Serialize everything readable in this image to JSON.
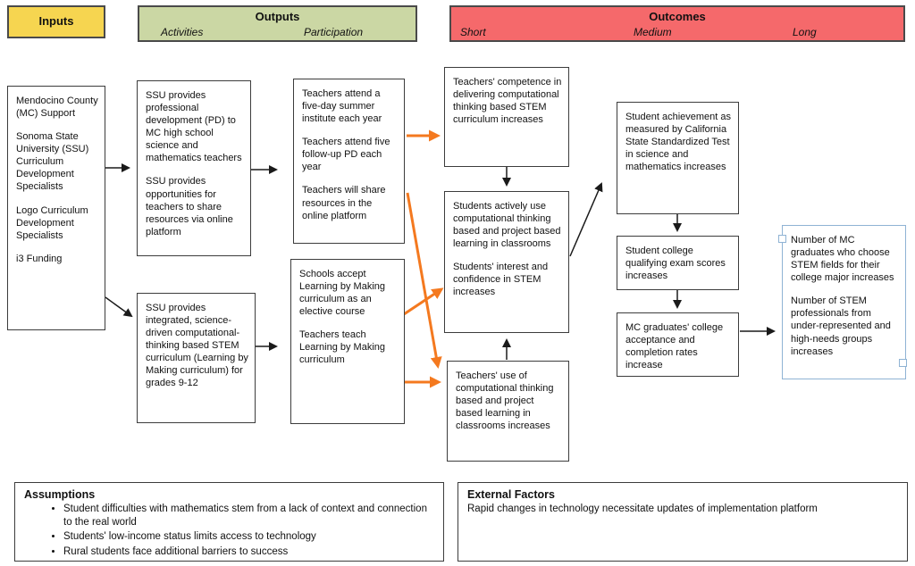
{
  "headers": {
    "inputs": {
      "label": "Inputs",
      "fill": "#f6d550"
    },
    "outputs": {
      "label": "Outputs",
      "fill": "#cbd7a4",
      "sub": [
        "Activities",
        "Participation"
      ]
    },
    "outcomes": {
      "label": "Outcomes",
      "fill": "#f5696b",
      "sub": [
        "Short",
        "Medium",
        "Long"
      ]
    }
  },
  "nodes": {
    "inputs": {
      "paragraphs": [
        "Mendocino County (MC) Support",
        "Sonoma State University (SSU) Curriculum Development Specialists",
        "Logo Curriculum Development Specialists",
        "i3 Funding"
      ]
    },
    "activities_pd": {
      "paragraphs": [
        "SSU provides professional development (PD) to MC high school science and mathematics teachers",
        "SSU provides opportunities for teachers to share resources via online platform"
      ]
    },
    "activities_curriculum": {
      "paragraphs": [
        "SSU provides integrated, science-driven computational-thinking based STEM curriculum (Learning by Making curriculum) for grades 9-12"
      ]
    },
    "participation_teachers": {
      "paragraphs": [
        "Teachers attend a five-day summer institute each year",
        "Teachers attend five follow-up PD each year",
        "Teachers will share resources in the online platform"
      ]
    },
    "participation_schools": {
      "paragraphs": [
        "Schools accept Learning by Making curriculum as an elective course",
        "Teachers teach Learning by Making curriculum"
      ]
    },
    "short_competence": {
      "paragraphs": [
        "Teachers' competence in delivering computational thinking based STEM curriculum increases"
      ]
    },
    "short_students": {
      "paragraphs": [
        "Students actively use computational thinking based and project based learning in classrooms",
        "Students' interest and confidence in STEM increases"
      ]
    },
    "short_teachers_use": {
      "paragraphs": [
        "Teachers' use of computational thinking based and project based learning in classrooms increases"
      ]
    },
    "medium_achievement": {
      "paragraphs": [
        "Student achievement as measured by California State Standardized Test in science and mathematics increases"
      ]
    },
    "medium_exam": {
      "paragraphs": [
        "Student college qualifying exam scores increases"
      ]
    },
    "medium_graduates": {
      "paragraphs": [
        "MC graduates' college acceptance and completion rates increase"
      ]
    },
    "long_outcomes": {
      "paragraphs": [
        "Number of MC graduates who choose STEM fields for their college major increases",
        "Number of STEM professionals from under-represented and high-needs groups increases"
      ]
    }
  },
  "assumptions": {
    "title": "Assumptions",
    "items": [
      "Student difficulties with mathematics stem from a lack of context and connection to the real world",
      "Students' low-income status limits access to technology",
      "Rural students face additional barriers to success"
    ]
  },
  "external_factors": {
    "title": "External Factors",
    "text": "Rapid changes in technology necessitate updates of implementation platform"
  },
  "colors": {
    "arrow_black": "#1a1a1a",
    "arrow_orange": "#f4791f",
    "selection_blue": "#8fb3d4"
  }
}
